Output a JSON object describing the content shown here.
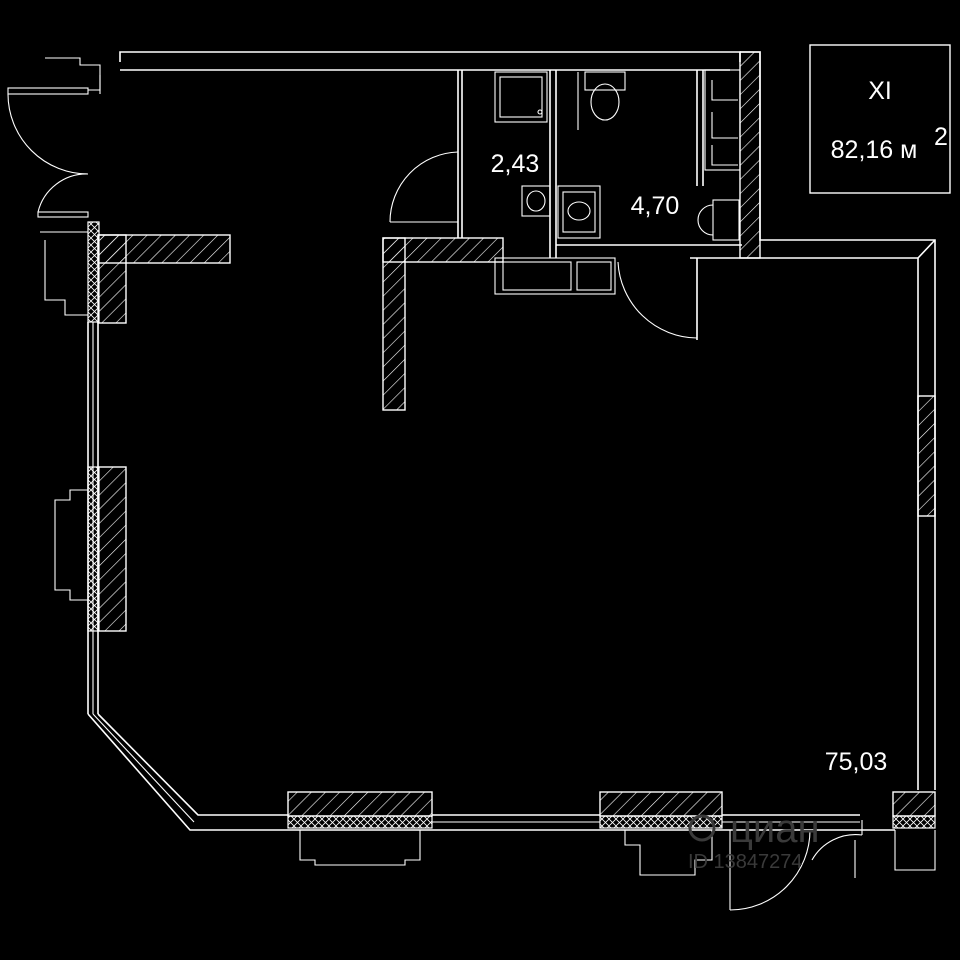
{
  "apartment": {
    "section": "XI",
    "total_area": "82,16 м",
    "area_unit_sup": "2"
  },
  "rooms": [
    {
      "id": "bathroom-1",
      "area": "2,43"
    },
    {
      "id": "bathroom-2",
      "area": "4,70"
    },
    {
      "id": "main-space",
      "area": "75,03"
    }
  ],
  "watermark": {
    "brand": "циан",
    "id_text": "ID 13847274"
  }
}
